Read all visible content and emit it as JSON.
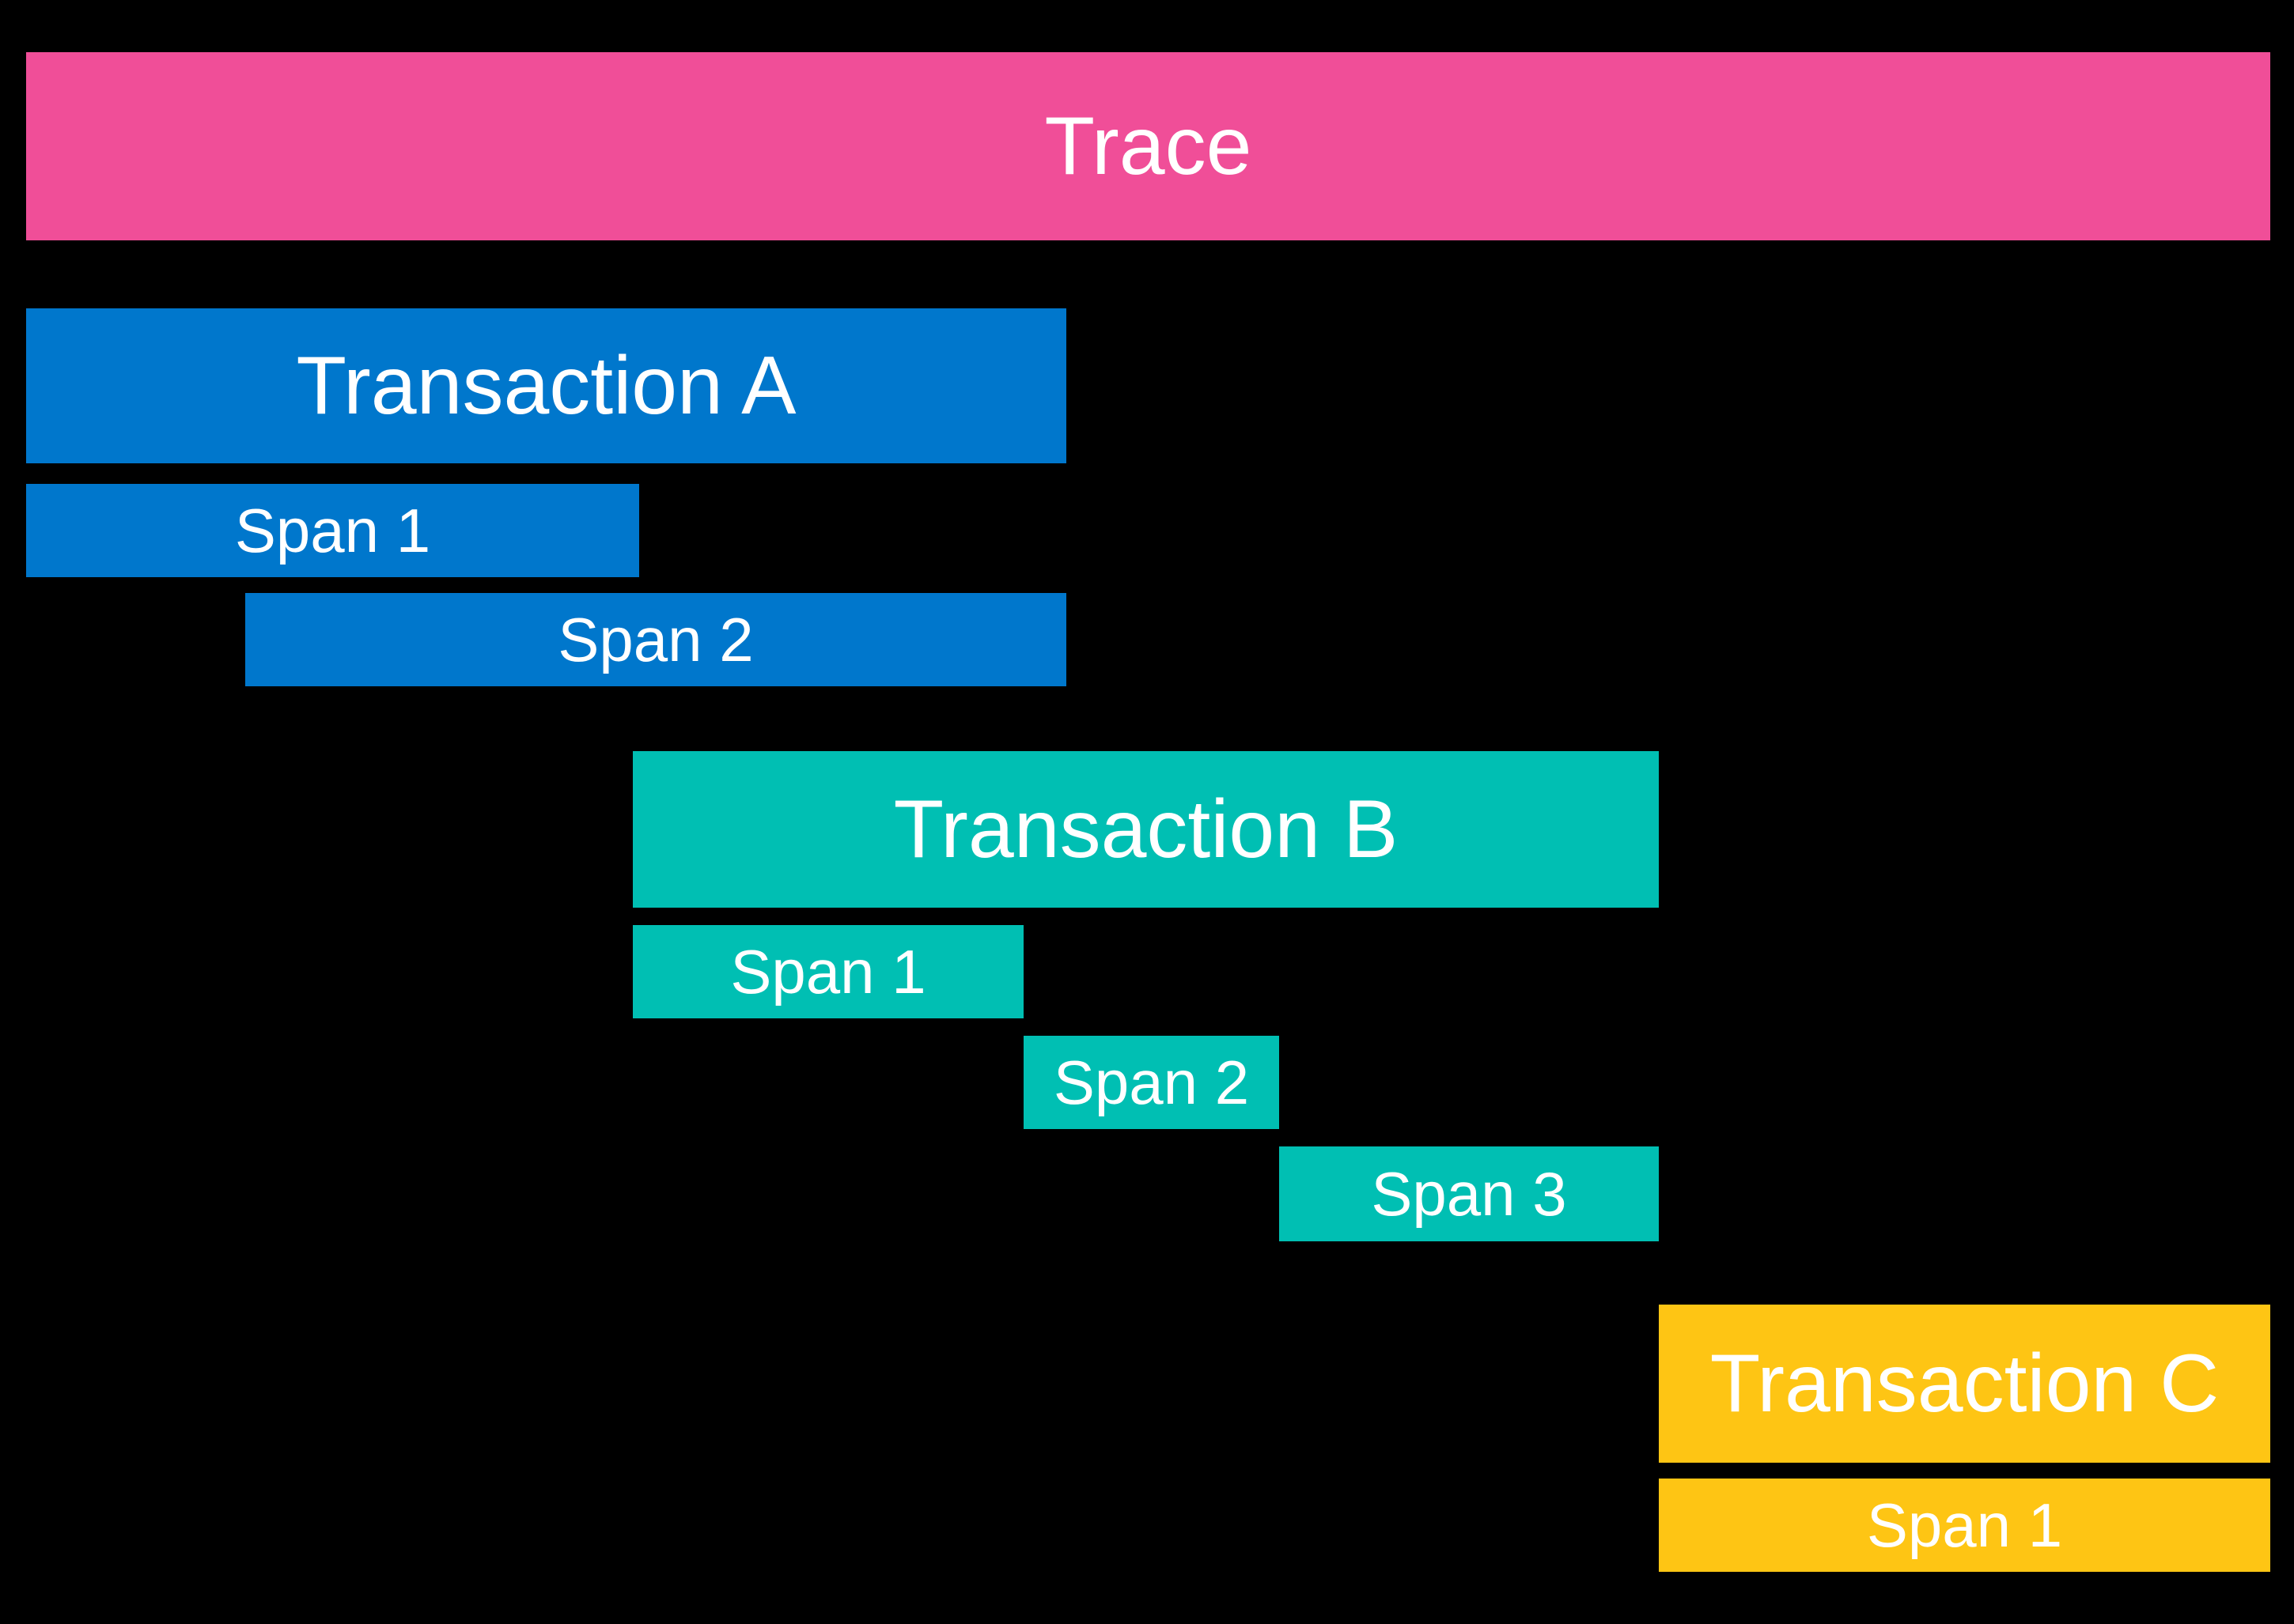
{
  "colors": {
    "background": "#000000",
    "trace": "#F04E98",
    "transaction_a": "#0077CC",
    "transaction_b": "#00BFB3",
    "transaction_c": "#FEC514",
    "label_text": "#FFFFFF"
  },
  "diagram": {
    "trace": {
      "label": "Trace",
      "color": "#F04E98"
    },
    "transactions": [
      {
        "label": "Transaction A",
        "color": "#0077CC",
        "spans": [
          {
            "label": "Span 1"
          },
          {
            "label": "Span 2"
          }
        ]
      },
      {
        "label": "Transaction B",
        "color": "#00BFB3",
        "spans": [
          {
            "label": "Span 1"
          },
          {
            "label": "Span 2"
          },
          {
            "label": "Span 3"
          }
        ]
      },
      {
        "label": "Transaction C",
        "color": "#FEC514",
        "spans": [
          {
            "label": "Span 1"
          }
        ]
      }
    ]
  }
}
